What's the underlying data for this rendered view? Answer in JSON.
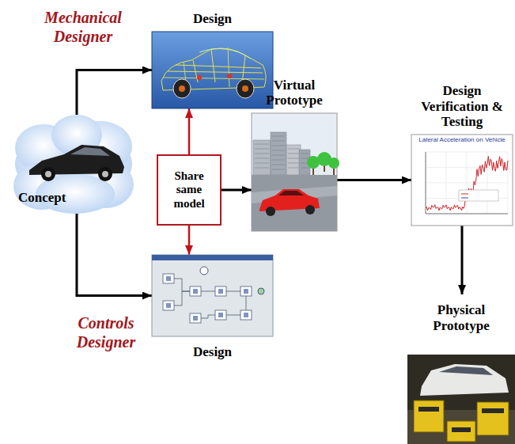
{
  "diagram": {
    "nodes": [
      {
        "text": [
          "Concept"
        ]
      },
      {
        "text": [
          "Design"
        ]
      },
      {
        "text": [
          "Share same model"
        ]
      },
      {
        "text": [
          "Virtual Prototype"
        ]
      },
      {
        "text": [
          "Design Verification & Testing"
        ]
      },
      {
        "text": [
          "Physical Prototype"
        ]
      },
      {
        "text": [
          "Design"
        ]
      }
    ],
    "edges": [
      {
        "from": 0,
        "to": 1,
        "arrow": "to"
      },
      {
        "from": 0,
        "to": 6,
        "arrow": "to"
      },
      {
        "from": 2,
        "to": 1,
        "arrow": "to"
      },
      {
        "from": 2,
        "to": 6,
        "arrow": "to"
      },
      {
        "from": 2,
        "to": 3,
        "arrow": "to"
      },
      {
        "from": 3,
        "to": 4,
        "arrow": "to"
      },
      {
        "from": 4,
        "to": 5,
        "arrow": "to"
      }
    ],
    "labels": [
      "Mechanical Designer",
      "Controls Designer",
      "Lateral Acceleration on Vehicle"
    ]
  }
}
